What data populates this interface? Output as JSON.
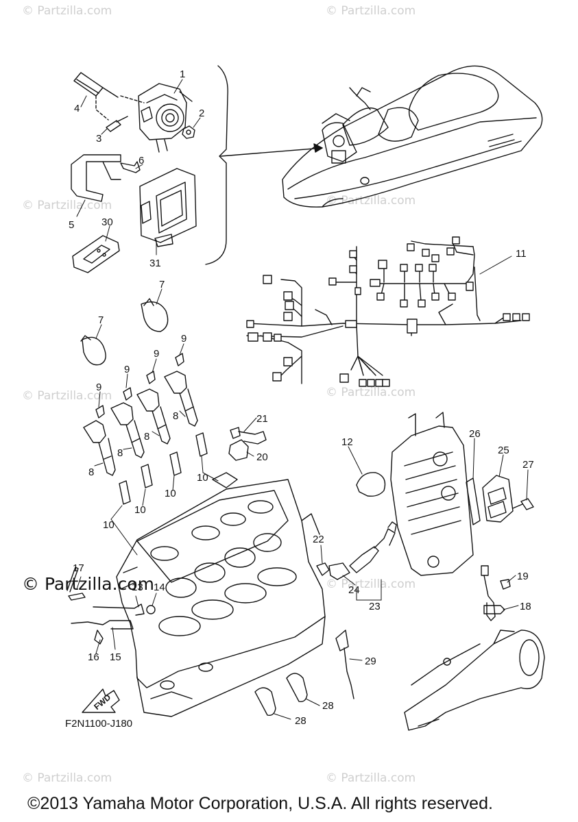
{
  "watermarks": [
    "© Partzilla.com",
    "© Partzilla.com",
    "© Partzilla.com",
    "© Partzilla.com",
    "© Partzilla.com",
    "© Partzilla.com",
    "© Partzilla.com",
    "© Partzilla.com",
    "© Partzilla.com",
    "© Partzilla.com"
  ],
  "brand_watermark": "© Partzilla.com",
  "part_numbers": {
    "n1": "1",
    "n2": "2",
    "n3": "3",
    "n4": "4",
    "n5": "5",
    "n6": "6",
    "n7": "7",
    "n8": "8",
    "n9": "9",
    "n10": "10",
    "n11": "11",
    "n12": "12",
    "n13": "13",
    "n14": "14",
    "n15": "15",
    "n16": "16",
    "n17": "17",
    "n18": "18",
    "n19": "19",
    "n20": "20",
    "n21": "21",
    "n22": "22",
    "n23": "23",
    "n24": "24",
    "n25": "25",
    "n26": "26",
    "n27": "27",
    "n28": "28",
    "n29": "29",
    "n30": "30",
    "n31": "31"
  },
  "fwd_label": "FWD",
  "diagram_code": "F2N1100-J180",
  "copyright": "©2013 Yamaha Motor Corporation, U.S.A. All rights reserved."
}
